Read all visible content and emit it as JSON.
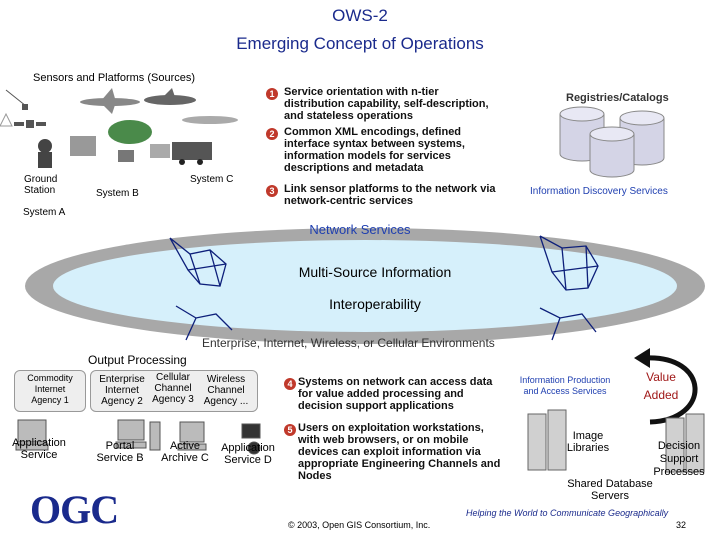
{
  "title": {
    "line1": "OWS-2",
    "line2": "Emerging Concept of Operations"
  },
  "sensors": {
    "header": "Sensors and Platforms (Sources)",
    "ground_station": "Ground\nStation",
    "system_a": "System A",
    "system_b": "System B",
    "system_c": "System C"
  },
  "bullets": [
    {
      "num": "1",
      "text": "Service orientation with n-tier distribution capability, self-description, and stateless operations"
    },
    {
      "num": "2",
      "text": "Common XML encodings, defined interface syntax between systems, information models for services descriptions and metadata"
    },
    {
      "num": "3",
      "text": "Link sensor platforms to the network via network-centric services"
    },
    {
      "num": "4",
      "text": "Systems on network can access data for value added processing and decision support applications"
    },
    {
      "num": "5",
      "text": "Users on exploitation workstations, with web browsers, or on mobile devices can exploit information via appropriate Engineering Channels and Nodes"
    }
  ],
  "registries": {
    "label": "Registries/Catalogs",
    "discovery": "Information Discovery Services"
  },
  "network": {
    "services": "Network Services",
    "info_line1": "Multi-Source Information",
    "info_line2": "Interoperability",
    "environments": "Enterprise, Internet, Wireless, or Cellular Environments"
  },
  "output": {
    "header": "Output Processing",
    "channels": [
      {
        "line1": "Commodity",
        "line2": "Internet",
        "line3": "Agency 1"
      },
      {
        "line1": "Enterprise",
        "line2": "Internet",
        "line3": "Agency 2"
      },
      {
        "line1": "Cellular",
        "line2": "Channel",
        "line3": "Agency 3"
      },
      {
        "line1": "Wireless",
        "line2": "Channel",
        "line3": "Agency ..."
      }
    ]
  },
  "apps": [
    {
      "line1": "Application",
      "line2": "Service"
    },
    {
      "line1": "Portal",
      "line2": "Service B"
    },
    {
      "line1": "Active",
      "line2": "Archive C"
    },
    {
      "line1": "Application",
      "line2": "Service D"
    }
  ],
  "right": {
    "value_added": "Value\nAdded",
    "info_production": "Information Production\nand Access Services",
    "image_libraries": "Image\nLibraries",
    "decision_support": "Decision\nSupport\nProcesses",
    "shared_db": "Shared Database\nServers"
  },
  "footer": {
    "logo": "OGC",
    "copyright": "© 2003, Open GIS Consortium, Inc.",
    "tagline": "Helping the World to Communicate Geographically",
    "page": "32"
  },
  "colors": {
    "title": "#1a2a8c",
    "accent": "#1f3fb0",
    "bullet": "#c0392b",
    "ellipse": "#d6f0fb"
  }
}
